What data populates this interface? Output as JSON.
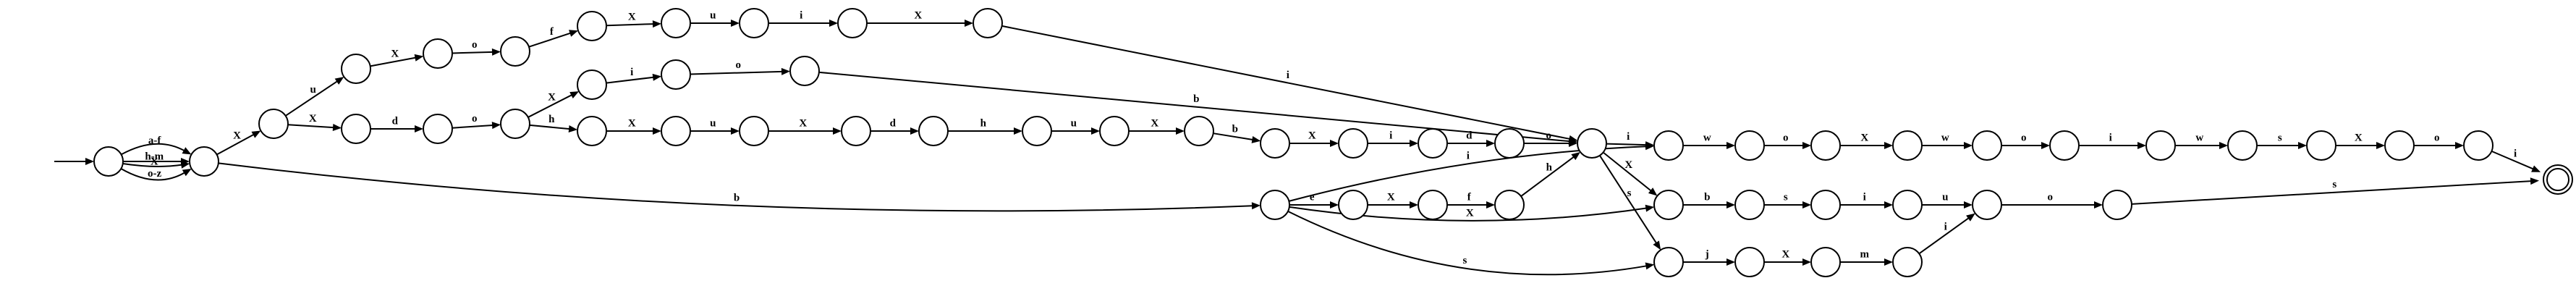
{
  "automaton": {
    "states": [
      "s0",
      "s1",
      "s2",
      "s3",
      "s4",
      "s5",
      "s6",
      "s7",
      "s8",
      "s9",
      "s10",
      "s11",
      "s12",
      "s13",
      "s14",
      "s15",
      "s16",
      "s17",
      "s18",
      "s19",
      "s20",
      "s21",
      "s22",
      "s23",
      "s24",
      "s25",
      "s26",
      "s27",
      "s28",
      "s29",
      "s30",
      "s31",
      "s32",
      "s33",
      "s34",
      "s35",
      "s36",
      "s37",
      "s38",
      "s39",
      "s40",
      "s41",
      "s42",
      "s43",
      "s44",
      "s45",
      "s46",
      "s47",
      "s48",
      "s49",
      "s50"
    ],
    "start_state": "s0",
    "accept_states": [
      "s50"
    ],
    "transitions": [
      {
        "from": "s0",
        "to": "s1",
        "label": "a-f"
      },
      {
        "from": "s0",
        "to": "s1",
        "label": "h-m"
      },
      {
        "from": "s0",
        "to": "s1",
        "label": "X"
      },
      {
        "from": "s0",
        "to": "s1",
        "label": "o-z"
      },
      {
        "from": "s1",
        "to": "s2",
        "label": "X"
      },
      {
        "from": "s1",
        "to": "s25",
        "label": "b"
      },
      {
        "from": "s2",
        "to": "s3",
        "label": "u"
      },
      {
        "from": "s2",
        "to": "s4",
        "label": "X"
      },
      {
        "from": "s3",
        "to": "s5",
        "label": "X"
      },
      {
        "from": "s5",
        "to": "s6",
        "label": "o"
      },
      {
        "from": "s6",
        "to": "s7",
        "label": "f"
      },
      {
        "from": "s7",
        "to": "s8",
        "label": "X"
      },
      {
        "from": "s8",
        "to": "s9",
        "label": "u"
      },
      {
        "from": "s9",
        "to": "s10",
        "label": "i"
      },
      {
        "from": "s10",
        "to": "s11",
        "label": "X"
      },
      {
        "from": "s11",
        "to": "s31",
        "label": "i"
      },
      {
        "from": "s4",
        "to": "s12",
        "label": "d"
      },
      {
        "from": "s12",
        "to": "s13",
        "label": "o"
      },
      {
        "from": "s13",
        "to": "s14",
        "label": "X"
      },
      {
        "from": "s14",
        "to": "s15",
        "label": "i"
      },
      {
        "from": "s15",
        "to": "s16",
        "label": "o"
      },
      {
        "from": "s16",
        "to": "s31",
        "label": "b"
      },
      {
        "from": "s13",
        "to": "s17",
        "label": "h"
      },
      {
        "from": "s17",
        "to": "s18",
        "label": "X"
      },
      {
        "from": "s18",
        "to": "s19",
        "label": "u"
      },
      {
        "from": "s19",
        "to": "s20",
        "label": "X"
      },
      {
        "from": "s20",
        "to": "s21",
        "label": "d"
      },
      {
        "from": "s21",
        "to": "s22",
        "label": "h"
      },
      {
        "from": "s22",
        "to": "s23",
        "label": "u"
      },
      {
        "from": "s23",
        "to": "s24",
        "label": "X"
      },
      {
        "from": "s24",
        "to": "s26",
        "label": "b"
      },
      {
        "from": "s26",
        "to": "s27",
        "label": "X"
      },
      {
        "from": "s27",
        "to": "s28",
        "label": "i"
      },
      {
        "from": "s28",
        "to": "s29",
        "label": "d"
      },
      {
        "from": "s29",
        "to": "s31",
        "label": "o"
      },
      {
        "from": "s25",
        "to": "s32",
        "label": "i"
      },
      {
        "from": "s25",
        "to": "s30",
        "label": "e"
      },
      {
        "from": "s30",
        "to": "s42",
        "label": "X"
      },
      {
        "from": "s42",
        "to": "s43",
        "label": "f"
      },
      {
        "from": "s43",
        "to": "s31",
        "label": "h"
      },
      {
        "from": "s25",
        "to": "s40",
        "label": "X"
      },
      {
        "from": "s25",
        "to": "s47",
        "label": "s"
      },
      {
        "from": "s31",
        "to": "s32",
        "label": "i"
      },
      {
        "from": "s31",
        "to": "s40",
        "label": "X"
      },
      {
        "from": "s31",
        "to": "s47",
        "label": "s"
      },
      {
        "from": "s32",
        "to": "s33",
        "label": "w"
      },
      {
        "from": "s33",
        "to": "s34",
        "label": "o"
      },
      {
        "from": "s34",
        "to": "s35",
        "label": "X"
      },
      {
        "from": "s35",
        "to": "s36",
        "label": "w"
      },
      {
        "from": "s36",
        "to": "s37",
        "label": "o"
      },
      {
        "from": "s37",
        "to": "s38",
        "label": "i"
      },
      {
        "from": "s38",
        "to": "s39",
        "label": "w"
      },
      {
        "from": "s39",
        "to": "s44",
        "label": "s"
      },
      {
        "from": "s44",
        "to": "s45",
        "label": "X"
      },
      {
        "from": "s45",
        "to": "s46",
        "label": "o"
      },
      {
        "from": "s46",
        "to": "s50",
        "label": "i"
      },
      {
        "from": "s40",
        "to": "s41",
        "label": "b"
      },
      {
        "from": "s41",
        "to": "s48",
        "label": "s"
      },
      {
        "from": "s48",
        "to": "s49",
        "label": "i"
      },
      {
        "from": "s49",
        "to": "s53",
        "label": "u"
      },
      {
        "from": "s53",
        "to": "s54",
        "label": "o"
      },
      {
        "from": "s54",
        "to": "s50",
        "label": "s"
      },
      {
        "from": "s47",
        "to": "s51",
        "label": "j"
      },
      {
        "from": "s51",
        "to": "s52",
        "label": "X"
      },
      {
        "from": "s52",
        "to": "s55",
        "label": "m"
      },
      {
        "from": "s55",
        "to": "s53",
        "label": "i"
      }
    ]
  }
}
